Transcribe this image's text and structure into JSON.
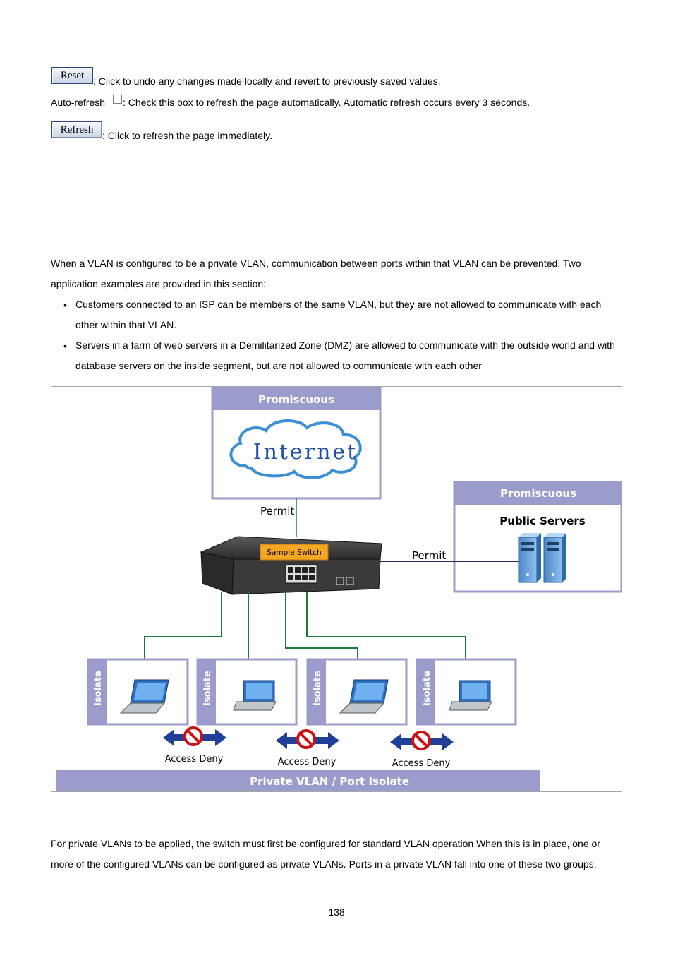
{
  "buttons": {
    "reset_label": "Reset",
    "refresh_label": "Refresh"
  },
  "descriptions": {
    "reset_desc": ": Click to undo any changes made locally and revert to previously saved values.",
    "autorefresh_label": "Auto-refresh",
    "autorefresh_desc": ": Check this box to refresh the page automatically. Automatic refresh occurs every 3 seconds.",
    "refresh_desc": ": Click to refresh the page immediately."
  },
  "intro": {
    "paragraph": "When a VLAN is configured to be a private VLAN, communication between ports within that VLAN can be prevented. Two application examples are provided in this section:",
    "bullets": [
      "Customers connected to an ISP can be members of the same VLAN, but they are not allowed to communicate with each other within that VLAN.",
      "Servers in a farm of web servers in a Demilitarized Zone (DMZ) are allowed to communicate with the outside world and with database servers on the inside segment, but are not allowed to communicate with each other"
    ]
  },
  "diagram": {
    "promiscuous_left": "Promiscuous",
    "internet": "Internet",
    "permit_top": "Permit",
    "promiscuous_right": "Promiscuous",
    "public_servers": "Public Servers",
    "permit_right": "Permit",
    "switch_label": "Sample Switch",
    "isolate_labels": [
      "Isolate",
      "Isolate",
      "Isolate",
      "Isolate"
    ],
    "access_deny_labels": [
      "Access Deny",
      "Access Deny",
      "Access Deny"
    ],
    "footer_banner": "Private VLAN / Port Isolate",
    "colors": {
      "banner": "#9b9bcc",
      "green_link": "#1a7a3a",
      "arrow_blue": "#1f3f99",
      "deny_red": "#d01010",
      "switch_label_bg": "#f5a623"
    }
  },
  "closing": {
    "paragraph": "For private VLANs to be applied, the switch must first be configured for standard VLAN operation When this is in place, one or more of the configured VLANs can be configured as private VLANs. Ports in a private VLAN fall into one of these two groups:"
  },
  "page_number": "138"
}
